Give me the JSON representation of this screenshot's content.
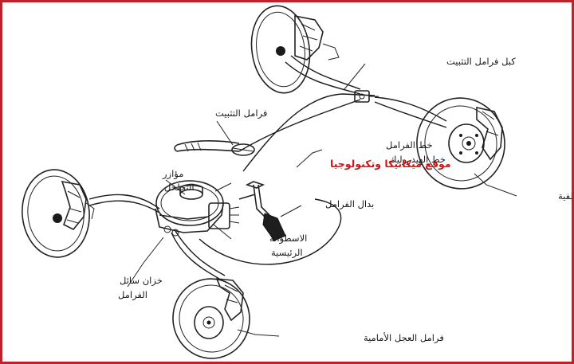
{
  "labels": {
    "parking_cable": "كبل فرامل التثبيت",
    "parking_brake": "فرامل التثبيت",
    "brake_line": "خط الفرامل",
    "hydraulic_line": "خط الهيدروليك",
    "watermark": "موقع ميكانيكا وتكنولوجيا",
    "proportioning_valve_1": "مؤازر",
    "proportioning_valve_2": "التخلخل",
    "brake_pedal": "بدال الفرامل",
    "rear_brake": "فرامل العجل الخلفية",
    "master_cylinder_1": "الاسطوانة",
    "master_cylinder_2": "الرئيسية",
    "reservoir_1": "خزان سائل",
    "reservoir_2": "الفرامل",
    "front_brake": "فرامل العجل الأمامية"
  },
  "colors": {
    "frame": "#c0202a",
    "watermark": "#d01414",
    "line_art": "#222222"
  }
}
